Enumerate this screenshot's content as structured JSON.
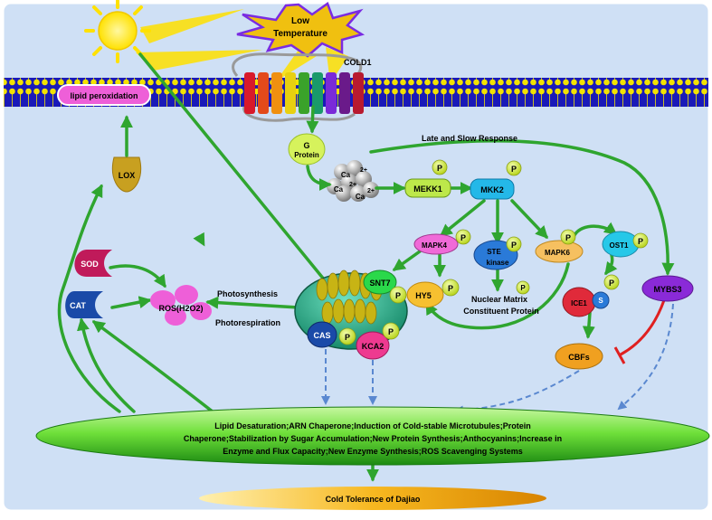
{
  "stimulus": {
    "line1": "Low",
    "line2": "Temperature"
  },
  "receptor": "COLD1",
  "g_protein": {
    "line1": "G",
    "line2": "Protein"
  },
  "calcium": {
    "ion": "Ca",
    "charge": "2+"
  },
  "kinases": {
    "mekk1": "MEKK1",
    "mkk2": "MKK2",
    "mapk4": "MAPK4",
    "mapk6": "MAPK6",
    "ste_line1": "STE",
    "ste_line2": "kinase",
    "ost1": "OST1"
  },
  "phospho": "P",
  "sumo": "S",
  "late_response": "Late and Slow Response",
  "lipid_peroxidation": "lipid peroxidation",
  "lox": "LOX",
  "sod": "SOD",
  "cat": "CAT",
  "ros": "ROS(H2O2)",
  "photosynthesis": "Photosynthesis",
  "photorespiration": "Photorespiration",
  "snt7": "SNT7",
  "hy5": "HY5",
  "cas": "CAS",
  "kca2": "KCA2",
  "nuclear_matrix": {
    "line1": "Nuclear Matrix",
    "line2": "Constituent Protein"
  },
  "ice1": "ICE1",
  "mybs3": "MYBS3",
  "cbfs": "CBFs",
  "responses": [
    "Lipid Desaturation;ARN Chaperone;Induction of Cold-stable Microtubules;Protein",
    "Chaperone;Stabilization by Sugar Accumulation;New Protein Synthesis;Anthocyanins;Increase in",
    "Enzyme and Flux Capacity;New Enzyme Synthesis;ROS Scavenging Systems"
  ],
  "outcome": "Cold Tolerance of Dajiao",
  "colors": {
    "background": "#cfe0f5",
    "arrow": "#2fa52f",
    "inhibit": "#e02020",
    "dashed": "#5a88d0",
    "membrane": "#1a1ab8",
    "lipid_head": "#f2e200",
    "sun": "#ffe100",
    "starburst": "#f0c010",
    "starburst_border": "#7a2be2"
  }
}
